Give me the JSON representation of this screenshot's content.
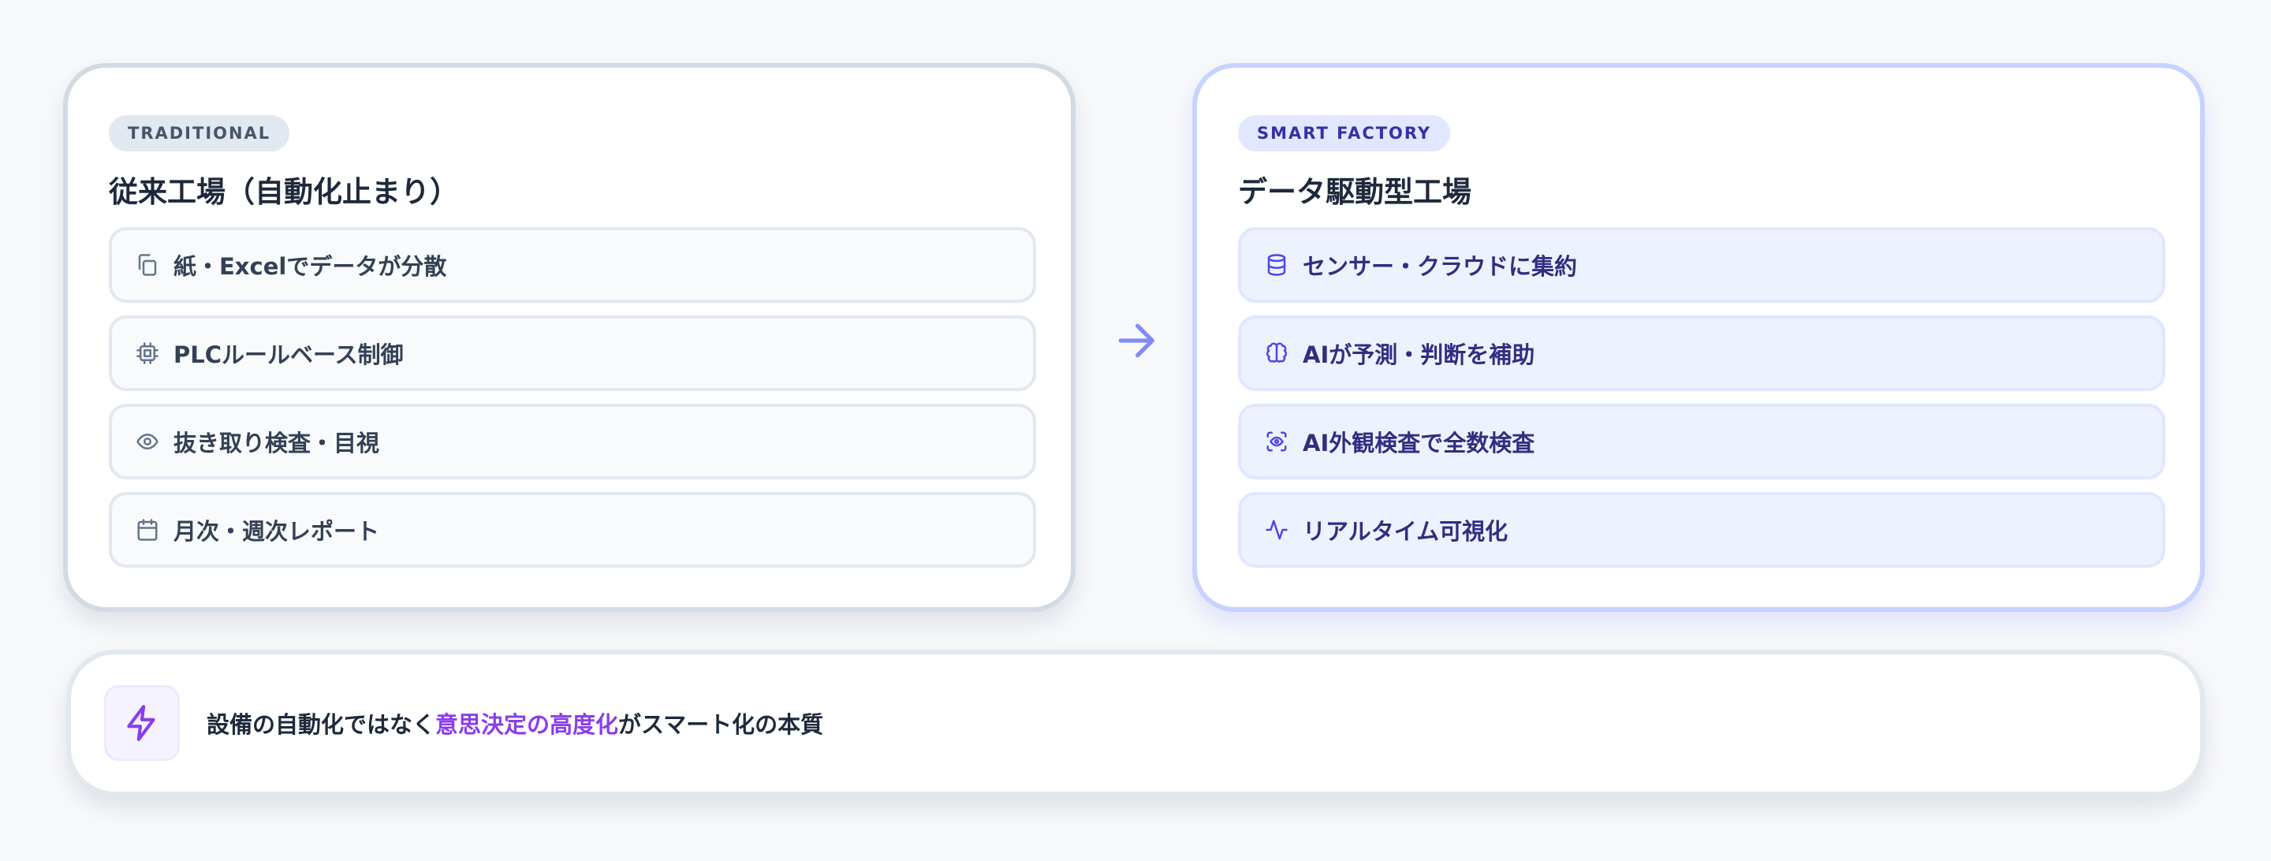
{
  "left_panel": {
    "badge": "TRADITIONAL",
    "title": "従来工場（自動化止まり）",
    "items": [
      {
        "label": "紙・Excelでデータが分散",
        "icon": "copy-icon"
      },
      {
        "label": "PLCルールベース制御",
        "icon": "cpu-icon"
      },
      {
        "label": "抜き取り検査・目視",
        "icon": "eye-icon"
      },
      {
        "label": "月次・週次レポート",
        "icon": "calendar-icon"
      }
    ]
  },
  "right_panel": {
    "badge": "SMART FACTORY",
    "title": "データ駆動型工場",
    "items": [
      {
        "label": "センサー・クラウドに集約",
        "icon": "database-icon"
      },
      {
        "label": "AIが予測・判断を補助",
        "icon": "brain-icon"
      },
      {
        "label": "AI外観検査で全数検査",
        "icon": "scan-eye-icon"
      },
      {
        "label": "リアルタイム可視化",
        "icon": "activity-icon"
      }
    ]
  },
  "arrow": {
    "icon": "arrow-right-icon",
    "color": "#818cf8"
  },
  "summary": {
    "icon": "zap-icon",
    "text_before": "設備の自動化ではなく",
    "text_highlight": "意思決定の高度化",
    "text_after": "がスマート化の本質",
    "highlight_color": "#8b3ded"
  },
  "colors": {
    "left_accent": "#64748b",
    "right_accent": "#4f46e5",
    "background": "#f8f9fb"
  }
}
